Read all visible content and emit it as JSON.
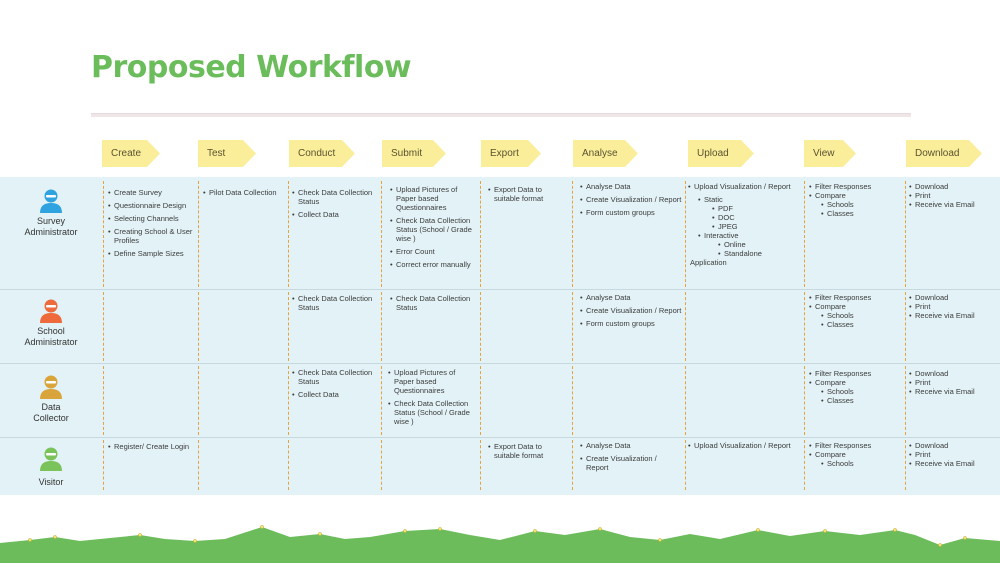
{
  "title": "Proposed Workflow",
  "colors": {
    "title": "#6bbd5b",
    "stage": "#fbee9a",
    "band": "#e2f2f7",
    "separator": "#e6a23c",
    "grass": "#6cbc5c"
  },
  "stages": [
    "Create",
    "Test",
    "Conduct",
    "Submit",
    "Export",
    "Analyse",
    "Upload",
    "View",
    "Download"
  ],
  "roles": [
    {
      "label_lines": [
        "Survey",
        "Administrator"
      ],
      "icon": "user-icon",
      "color": "#2ea3e0"
    },
    {
      "label_lines": [
        "School",
        "Administrator"
      ],
      "icon": "user-icon",
      "color": "#ee6a3c"
    },
    {
      "label_lines": [
        "Data",
        "Collector"
      ],
      "icon": "user-icon",
      "color": "#d9a53b"
    },
    {
      "label_lines": [
        "Visitor"
      ],
      "icon": "user-icon",
      "color": "#7ac25a"
    }
  ],
  "rows": [
    {
      "create": [
        "Create Survey",
        "Questionnaire Design",
        "Selecting Channels",
        "Creating School & User Profiles",
        "Define Sample Sizes"
      ],
      "test": [
        "Pilot Data Collection"
      ],
      "conduct": [
        "Check Data Collection Status",
        "Collect Data"
      ],
      "submit": [
        "Upload Pictures of Paper based Questionnaires",
        "Check Data Collection Status (School / Grade wise )",
        "Error Count",
        "Correct error manually"
      ],
      "export": [
        "Export Data to suitable format"
      ],
      "analyse": [
        "Analyse Data",
        "Create Visualization / Report",
        "Form custom groups"
      ],
      "upload": {
        "main": "Upload Visualization / Report",
        "static": "Static",
        "static_items": [
          "PDF",
          "DOC",
          "JPEG"
        ],
        "interactive": "Interactive",
        "interactive_items": [
          "Online",
          "Standalone"
        ],
        "tail": "Application"
      },
      "view": {
        "filter": "Filter Responses",
        "compare": "Compare",
        "compare_items": [
          "Schools",
          "Classes"
        ]
      },
      "download": [
        "Download",
        "Print",
        "Receive via Email"
      ]
    },
    {
      "conduct": [
        "Check Data Collection Status"
      ],
      "submit": [
        "Check Data Collection Status"
      ],
      "analyse": [
        "Analyse Data",
        "Create Visualization / Report",
        "Form custom groups"
      ],
      "view": {
        "filter": "Filter Responses",
        "compare": "Compare",
        "compare_items": [
          "Schools",
          "Classes"
        ]
      },
      "download": [
        "Download",
        "Print",
        "Receive via Email"
      ]
    },
    {
      "conduct": [
        "Check Data Collection Status",
        "Collect Data"
      ],
      "submit": [
        "Upload Pictures of Paper based Questionnaires",
        "Check Data Collection Status (School / Grade wise )"
      ],
      "view": {
        "filter": "Filter Responses",
        "compare": "Compare",
        "compare_items": [
          "Schools",
          "Classes"
        ]
      },
      "download": [
        "Download",
        "Print",
        "Receive via Email"
      ]
    },
    {
      "create": [
        "Register/ Create Login"
      ],
      "export": [
        "Export Data to suitable format"
      ],
      "analyse": [
        "Analyse Data",
        "Create Visualization / Report"
      ],
      "upload": {
        "main": "Upload Visualization / Report"
      },
      "view": {
        "filter": "Filter Responses",
        "compare": "Compare",
        "compare_items": [
          "Schools"
        ]
      },
      "download": [
        "Download",
        "Print",
        "Receive via Email"
      ]
    }
  ]
}
